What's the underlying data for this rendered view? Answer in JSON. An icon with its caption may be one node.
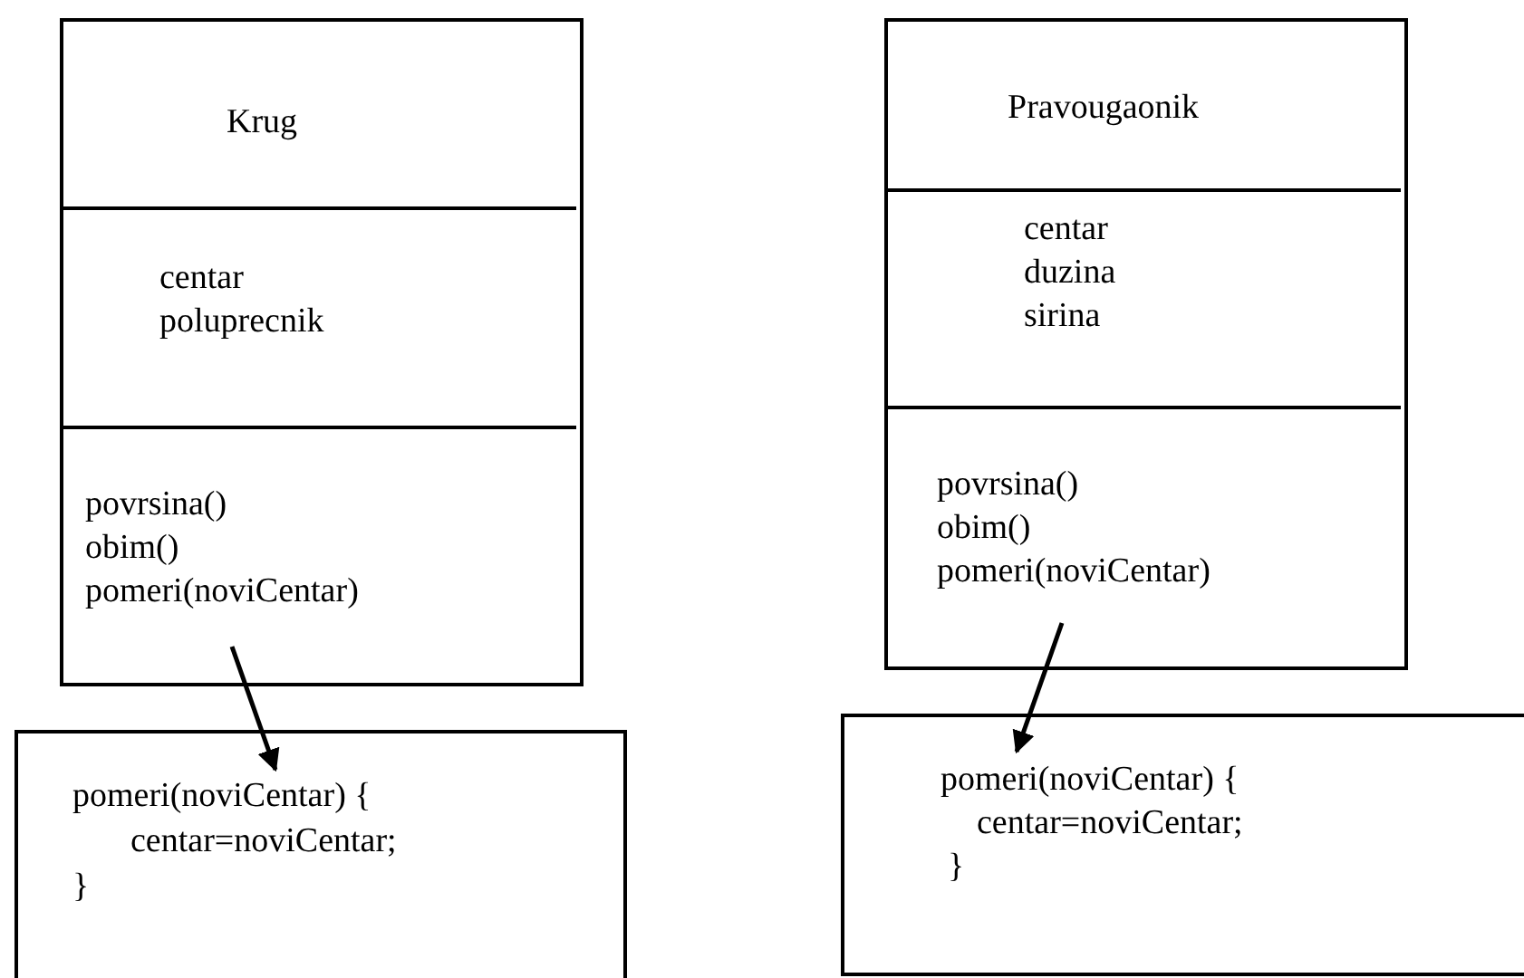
{
  "diagram": {
    "nodes": [
      {
        "text": [],
        "shape": "box"
      },
      {
        "text": [
          "Krug"
        ],
        "in": 0
      },
      {
        "text": [
          "centar",
          "poluprecnik"
        ],
        "in": 0
      },
      {
        "text": [
          "povrsina()",
          "obim()",
          "pomeri(noviCentar)"
        ],
        "in": 0
      },
      {
        "text": [
          "pomeri(noviCentar) {",
          "centar=noviCentar;",
          "}"
        ]
      },
      {
        "text": [],
        "shape": "box"
      },
      {
        "text": [
          "Pravougaonik"
        ],
        "in": 5
      },
      {
        "text": [
          "centar",
          "duzina",
          "sirina"
        ],
        "in": 5
      },
      {
        "text": [
          "povrsina()",
          "obim()",
          "pomeri(noviCentar)"
        ],
        "in": 5
      },
      {
        "text": [
          "pomeri(noviCentar) {",
          "centar=noviCentar;",
          "}"
        ]
      }
    ],
    "edges": [
      {
        "from": 3,
        "to": 4,
        "arrow": "to"
      },
      {
        "from": 8,
        "to": 9,
        "arrow": "to"
      }
    ]
  }
}
